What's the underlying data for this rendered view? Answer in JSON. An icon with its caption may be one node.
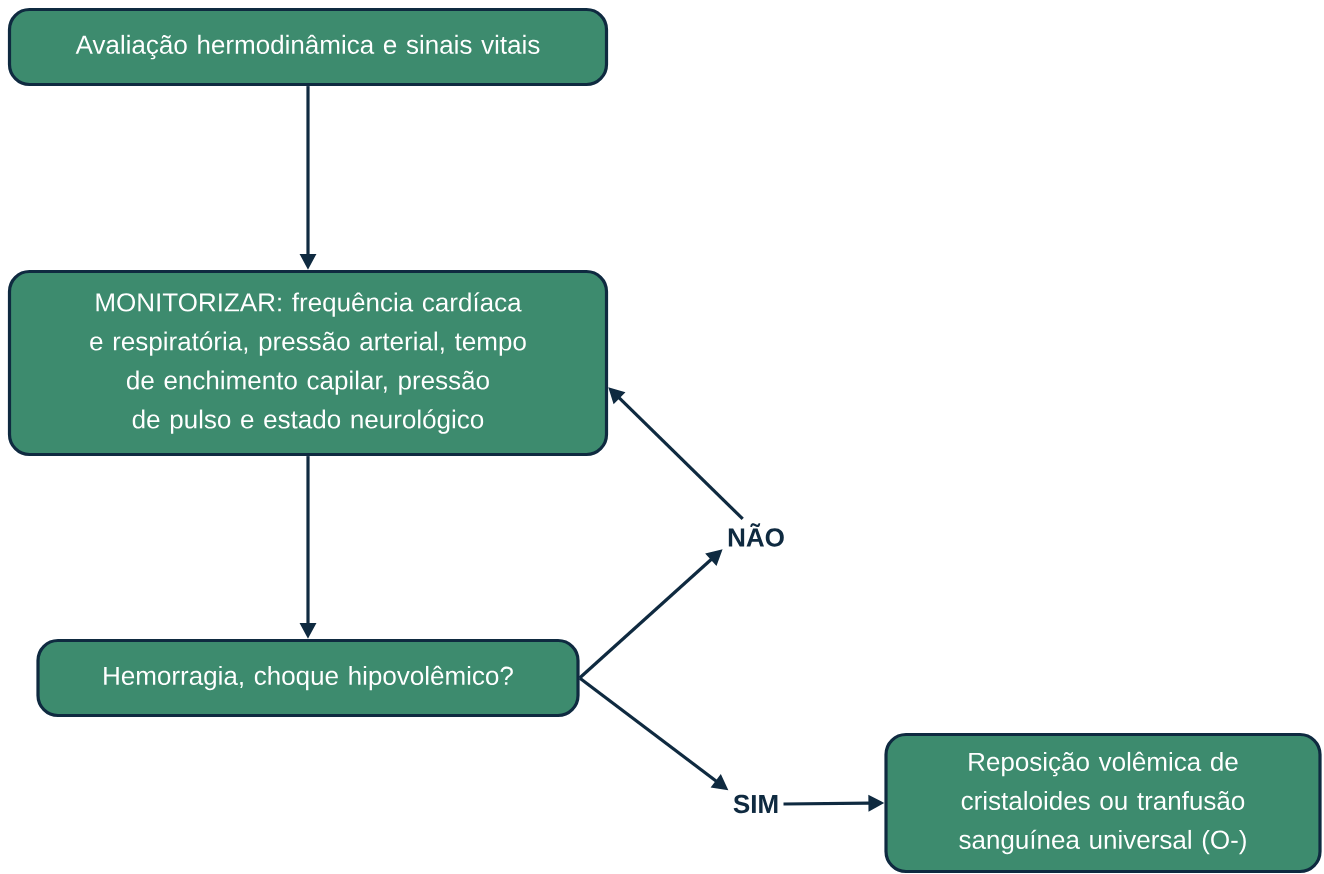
{
  "diagram": {
    "nodes": [
      {
        "text": [
          "Avaliação hermodinâmica e sinais vitais"
        ]
      },
      {
        "text": [
          "MONITORIZAR: frequência cardíaca e respiratória, pressão arterial, tempo de enchimento capilar, pressão de pulso e estado neurológico"
        ]
      },
      {
        "text": [
          "Hemorragia, choque hipovolêmico?"
        ]
      },
      {
        "text": [
          "NÃO"
        ]
      },
      {
        "text": [
          "SIM"
        ]
      },
      {
        "text": [
          "Reposição volêmica de cristaloides ou tranfusão sanguínea universal (O-)"
        ]
      }
    ],
    "edges": [
      {
        "from": 0,
        "to": 1,
        "arrow": "to"
      },
      {
        "from": 1,
        "to": 2,
        "arrow": "to"
      },
      {
        "from": 2,
        "to": 3,
        "arrow": "to"
      },
      {
        "from": 3,
        "to": 1,
        "arrow": "to"
      },
      {
        "from": 2,
        "to": 4,
        "arrow": "to"
      },
      {
        "from": 4,
        "to": 5,
        "arrow": "to"
      }
    ]
  }
}
